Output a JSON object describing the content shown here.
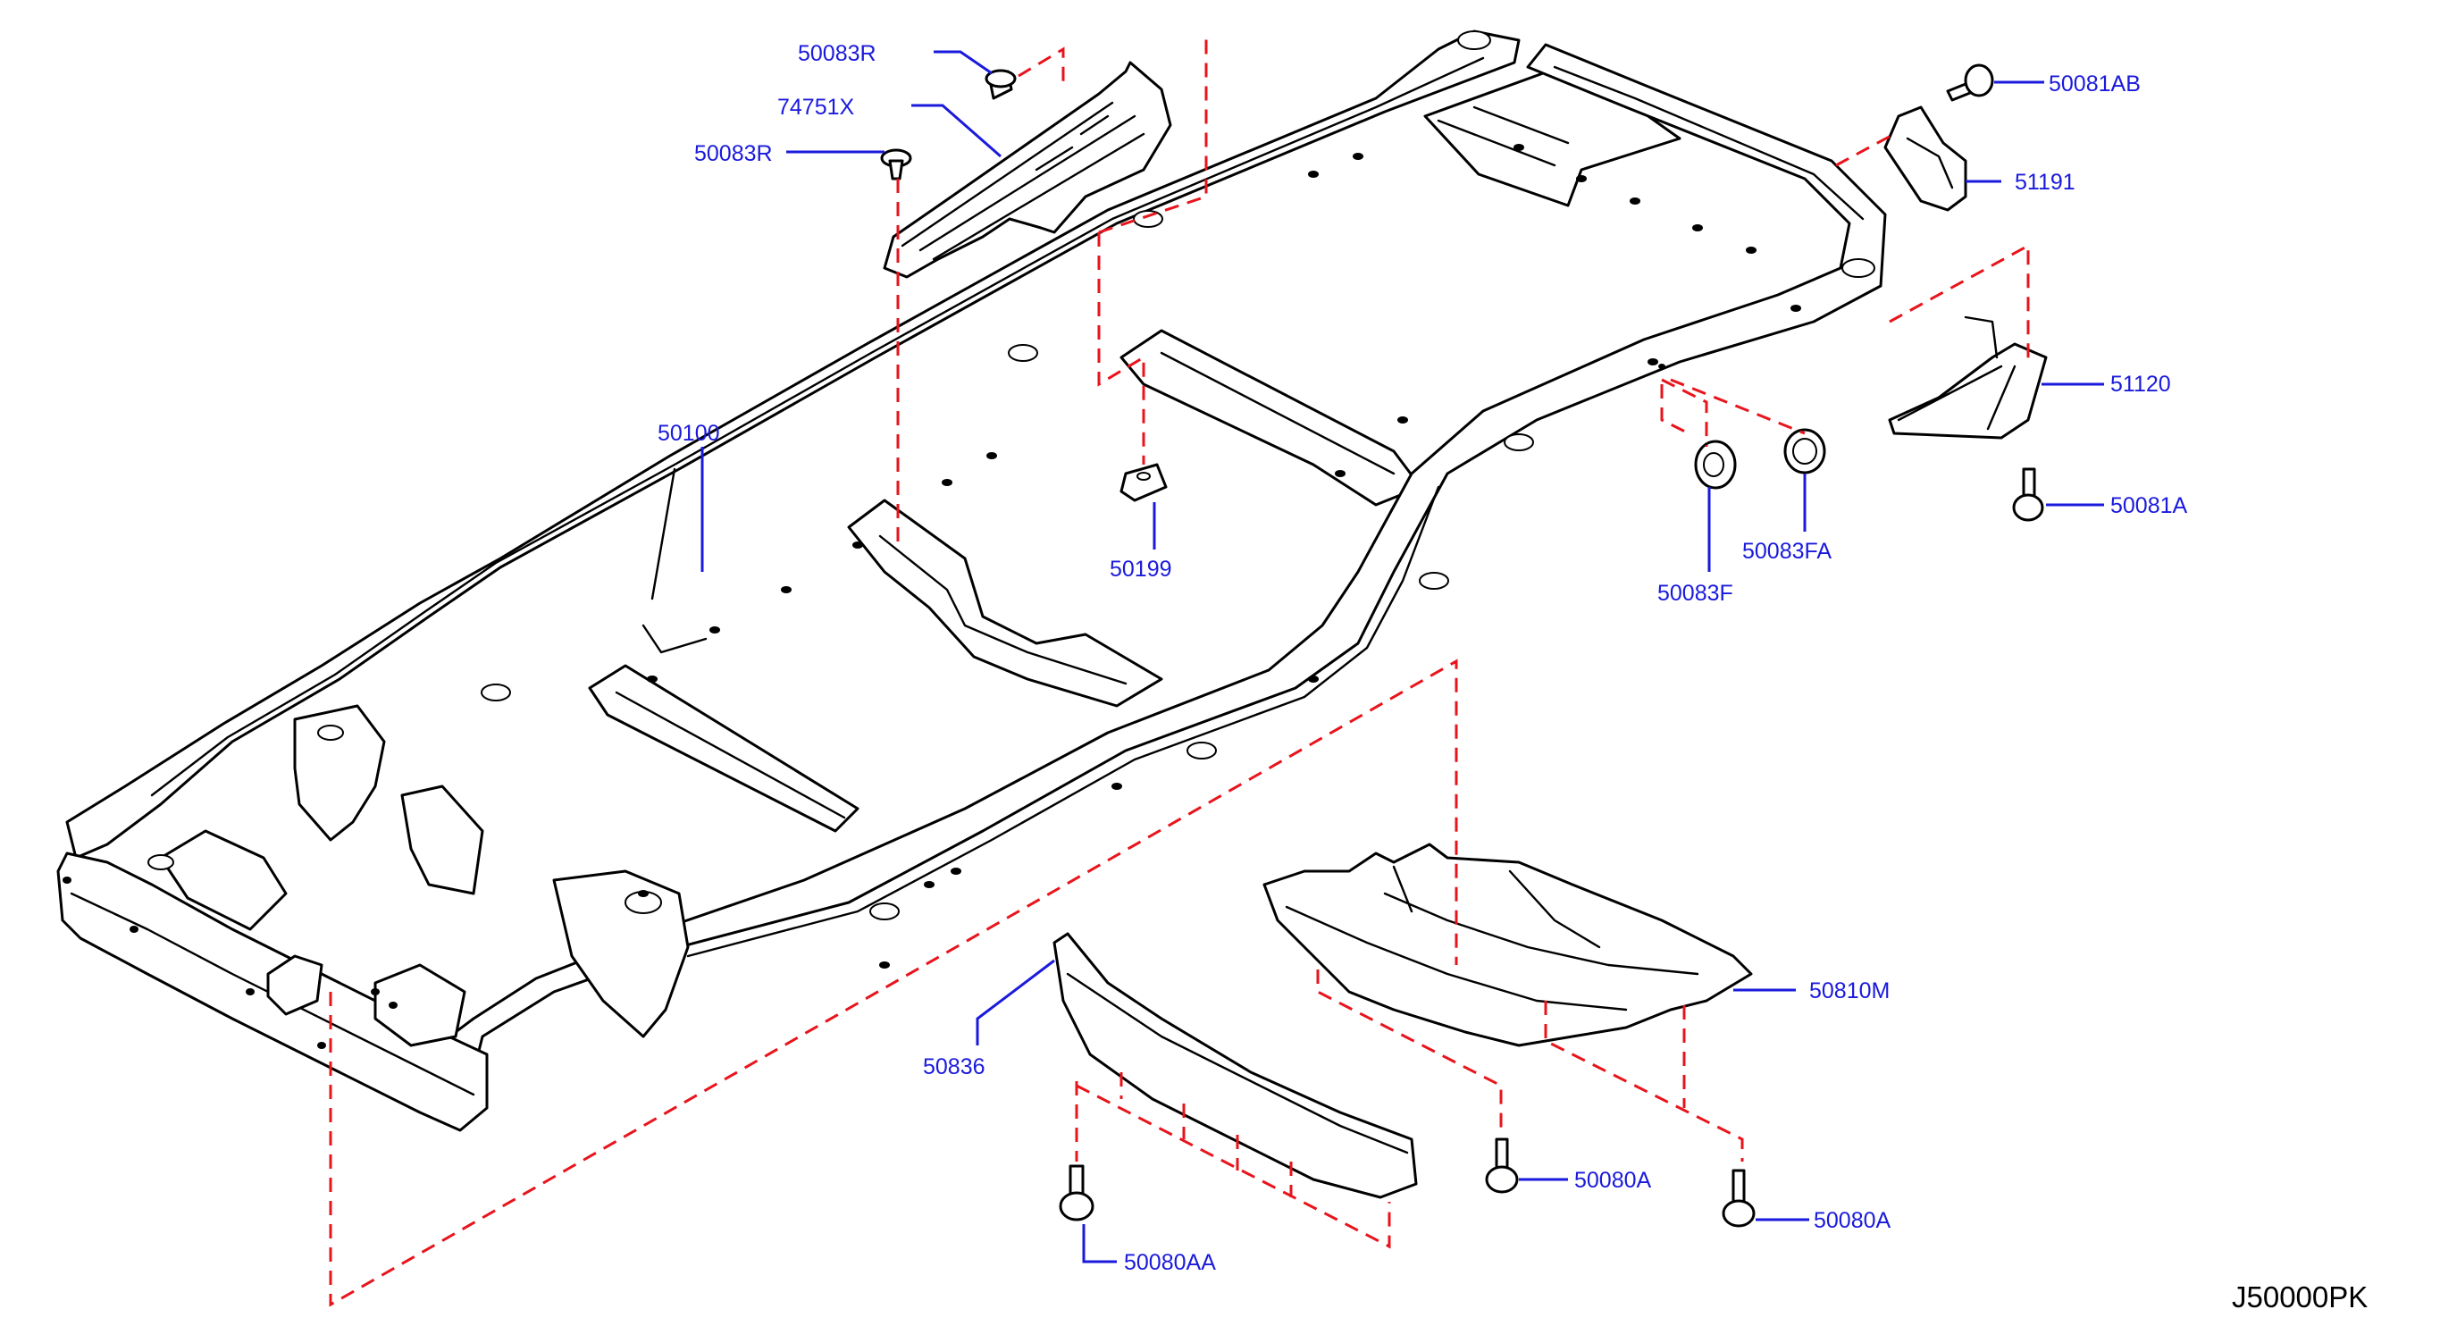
{
  "diagram": {
    "code": "J50000PK",
    "colors": {
      "labels": "#1a1adc",
      "leaders": "#1a1adc",
      "assembly_lines": "#e8141c",
      "drawing": "#000000",
      "background": "#ffffff"
    },
    "parts": {
      "p50083R_top": "50083R",
      "p74751X": "74751X",
      "p50083R_mid": "50083R",
      "p50100": "50100",
      "p50199": "50199",
      "p50081AB": "50081AB",
      "p51191": "51191",
      "p51120": "51120",
      "p50081A": "50081A",
      "p50083F": "50083F",
      "p50083FA": "50083FA",
      "p50810M": "50810M",
      "p50836": "50836",
      "p50080A_1": "50080A",
      "p50080A_2": "50080A",
      "p50080AA": "50080AA"
    }
  }
}
